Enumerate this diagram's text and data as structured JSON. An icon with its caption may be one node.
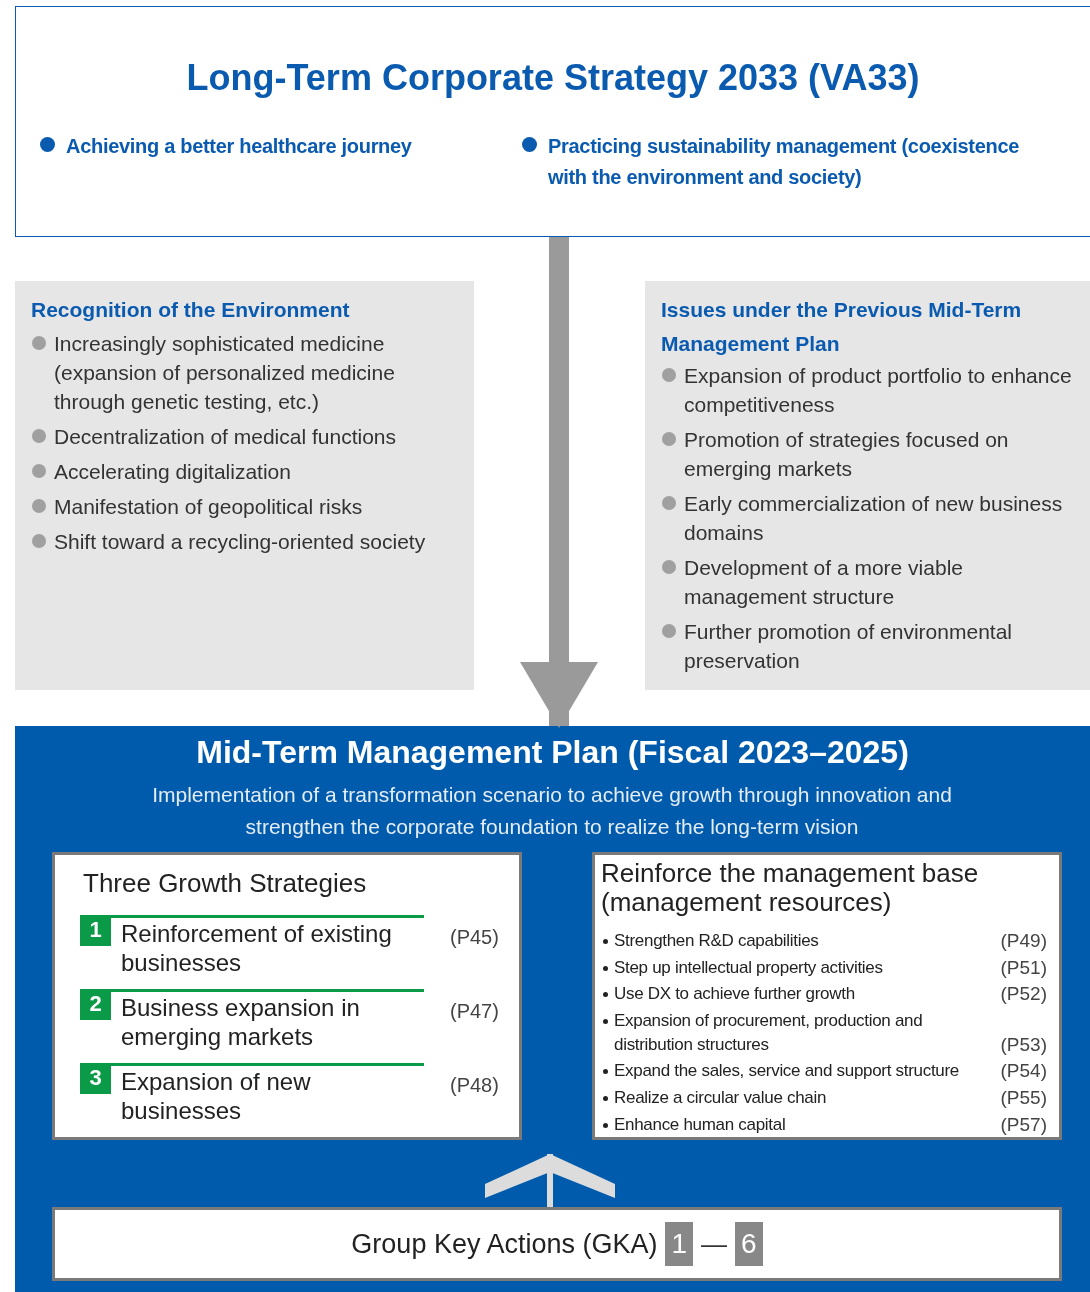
{
  "diagram": {
    "nodes": [
      {
        "text": [
          "Long-Term Corporate Strategy 2033 (VA33)",
          "Achieving a better healthcare journey",
          "Practicing sustainability management (coexistence with the environment and society)"
        ]
      },
      {
        "text": [
          "Recognition of the Environment",
          "Increasingly sophisticated medicine (expansion of personalized medicine through genetic testing, etc.)",
          "Decentralization of medical functions",
          "Accelerating digitalization",
          "Manifestation of geopolitical risks",
          "Shift toward a recycling-oriented society"
        ]
      },
      {
        "text": [
          "Issues under the Previous Mid-Term Management Plan",
          "Expansion of product portfolio to enhance competitiveness",
          "Promotion of strategies focused on emerging markets",
          "Early commercialization of new business domains",
          "Development of a more viable management structure",
          "Further promotion of environmental preservation"
        ]
      },
      {
        "text": [
          "Mid-Term Management Plan (Fiscal 2023–2025)",
          "Implementation of a transformation scenario to achieve growth through innovation and strengthen the corporate foundation to realize the long-term vision"
        ]
      },
      {
        "text": [
          "Three Growth Strategies",
          "1",
          "Reinforcement of existing businesses",
          "(P45)",
          "2",
          "Business expansion in emerging markets",
          "(P47)",
          "3",
          "Expansion of new businesses",
          "(P48)"
        ],
        "in": 3
      },
      {
        "text": [
          "Reinforce the management base (management resources)",
          "Strengthen R&D capabilities",
          "(P49)",
          "Step up intellectual property activities",
          "(P51)",
          "Use DX to achieve further growth",
          "(P52)",
          "Expansion of procurement, production and distribution structures",
          "(P53)",
          "Expand the sales, service and support structure",
          "(P54)",
          "Realize a circular value chain",
          "(P55)",
          "Enhance human capital",
          "(P57)"
        ],
        "in": 3
      },
      {
        "text": [
          "Group Key Actions (GKA)",
          "1",
          "—",
          "6"
        ],
        "in": 3
      }
    ],
    "edges": [
      {
        "from": 0,
        "to": 3,
        "arrow": "to",
        "style": "thick",
        "color": "#9a9a9a"
      },
      {
        "from": 6,
        "to": 4,
        "arrow": "to",
        "color": "#dcdcdc"
      },
      {
        "from": 6,
        "to": 5,
        "arrow": "to",
        "color": "#dcdcdc"
      }
    ]
  }
}
